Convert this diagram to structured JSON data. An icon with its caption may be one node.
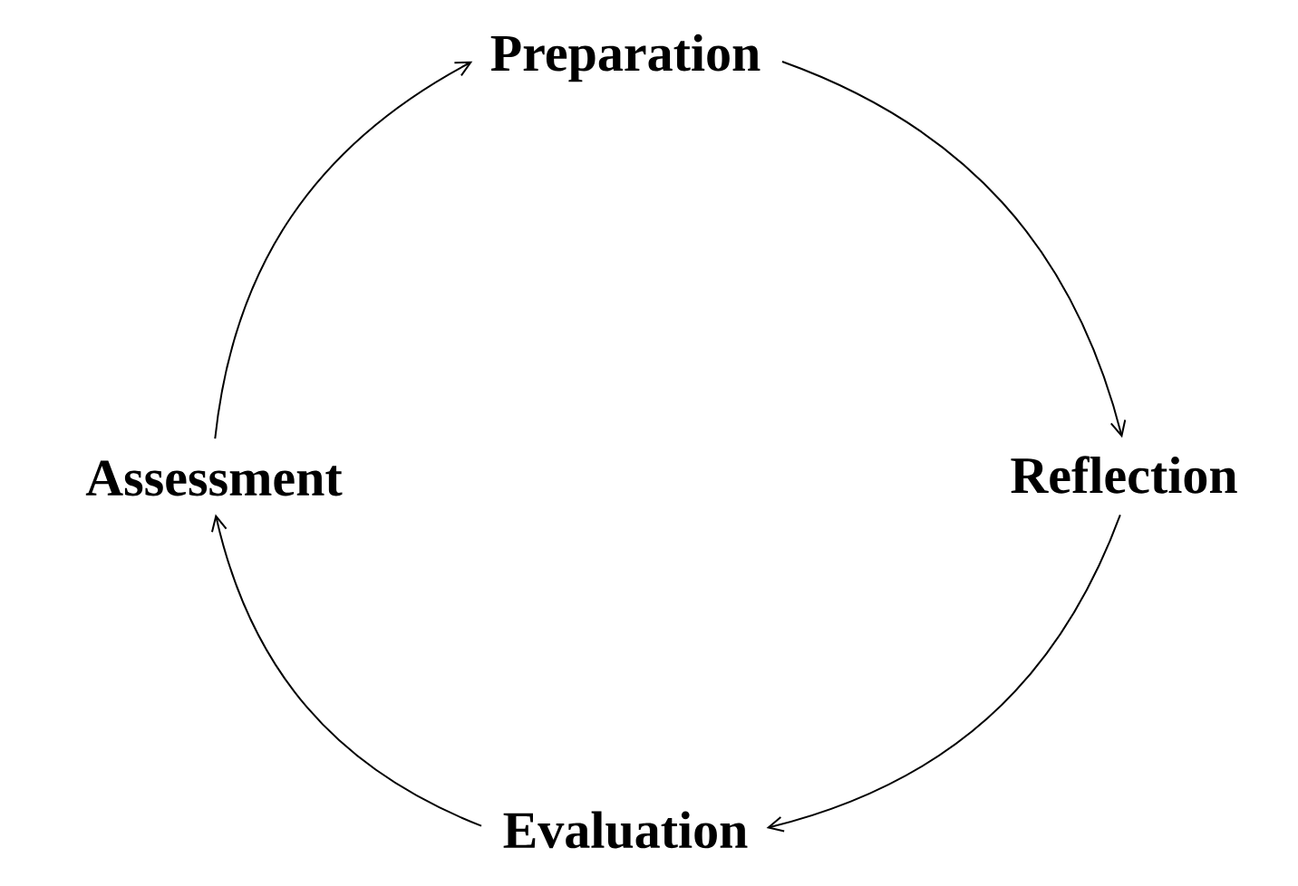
{
  "diagram": {
    "nodes": [
      {
        "text": [
          "Preparation"
        ]
      },
      {
        "text": [
          "Reflection"
        ]
      },
      {
        "text": [
          "Evaluation"
        ]
      },
      {
        "text": [
          "Assessment"
        ]
      }
    ],
    "edges": [
      {
        "from": 0,
        "to": 1,
        "arrow": "to"
      },
      {
        "from": 1,
        "to": 2,
        "arrow": "to"
      },
      {
        "from": 2,
        "to": 3,
        "arrow": "to"
      },
      {
        "from": 3,
        "to": 0,
        "arrow": "to"
      }
    ]
  }
}
